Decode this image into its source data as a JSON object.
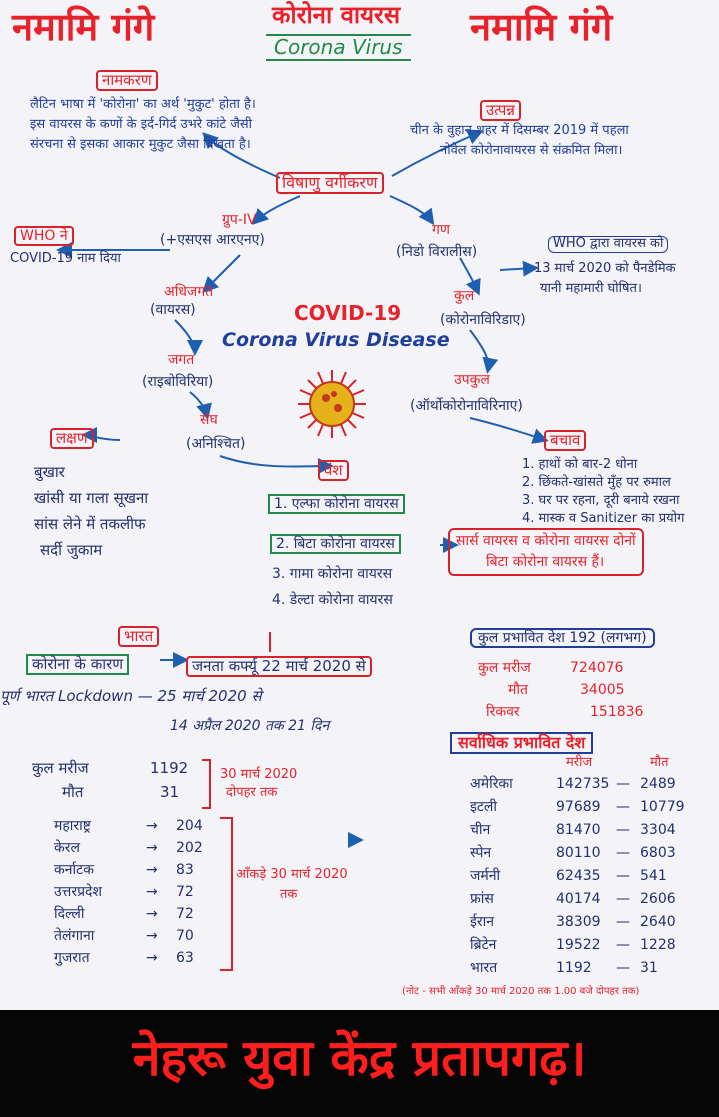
{
  "header": {
    "namami_left": "नमामि गंगे",
    "title_hindi": "कोरोना वायरस",
    "title_english": "Corona Virus",
    "namami_right": "नमामि गंगे"
  },
  "namkaran": {
    "heading": "नामकरण",
    "lines": [
      "लैटिन भाषा में 'कोरोना' का अर्थ 'मुकुट' होता है।",
      "इस वायरस के कणों के इर्द-गिर्द उभरे कांटे जैसी",
      "संरचना से इसका आकार मुकुट जैसा दिखता है।"
    ]
  },
  "utpann": {
    "heading": "उत्पन्न",
    "lines": [
      "चीन के वुहान शहर में दिसम्बर 2019 में पहला",
      "नोवेल कोरोनावायरस से संक्रमित मिला।"
    ]
  },
  "classification": {
    "heading": "विषाणु वर्गीकरण",
    "group": "ग्रुप-IV",
    "group_sub": "(+एसएस आरएनए)",
    "gan": "गण",
    "gan_sub": "(निडो विरालीस)",
    "kul": "कुल",
    "kul_sub": "(कोरोनाविरिडाए)",
    "upkul": "उपकुल",
    "upkul_sub": "(ऑर्थोकोरोनाविरिनाए)",
    "adhijagat": "अधिजगत",
    "adhijagat_sub": "(वायरस)",
    "jagat": "जगत",
    "jagat_sub": "(राइबोविरिया)",
    "sangh": "संघ",
    "sangh_sub": "(अनिश्चित)"
  },
  "who_left": {
    "label": "WHO ने",
    "text": "COVID-19 नाम दिया"
  },
  "who_right": {
    "label": "WHO द्वारा वायरस को",
    "lines": [
      "13 मार्च 2020 को पैनडेमिक",
      "यानी महामारी घोषित।"
    ]
  },
  "center": {
    "covid": "COVID-19",
    "disease": "Corona Virus Disease"
  },
  "lakshan": {
    "heading": "लक्षण",
    "items": [
      "बुखार",
      "खांसी या गला सूखना",
      "सांस लेने में तकलीफ",
      "सर्दी जुकाम"
    ]
  },
  "vansh": {
    "heading": "वंश",
    "items": [
      "1. एल्फा कोरोना वायरस",
      "2. बिटा कोरोना वायरस",
      "3. गामा कोरोना वायरस",
      "4. डेल्टा कोरोना वायरस"
    ],
    "note_line1": "सार्स वायरस व कोरोना वायरस दोनों",
    "note_line2": "बिटा कोरोना वायरस हैं।"
  },
  "bachav": {
    "heading": "बचाव",
    "items": [
      "1. हाथों को बार-2 धोना",
      "2. छिंकते-खांसते मुँह पर रुमाल",
      "3. घर पर रहना, दूरी बनाये रखना",
      "4. मास्क व Sanitizer का प्रयोग"
    ]
  },
  "bharat": {
    "heading": "भारत",
    "corona_karan": "कोरोना के कारण",
    "janta_curfew": "जनता कर्फ्यू 22 मार्च 2020 से",
    "lockdown": "पूर्ण भारत Lockdown — 25 मार्च 2020 से",
    "lockdown_till": "14 अप्रैल 2020 तक 21 दिन",
    "total_label": "कुल मरीज",
    "total_value": "1192",
    "deaths_label": "मौत",
    "deaths_value": "31",
    "date_note_line1": "30 मार्च 2020",
    "date_note_line2": "दोपहर तक",
    "states": [
      {
        "name": "महाराष्ट्र",
        "value": "204"
      },
      {
        "name": "केरल",
        "value": "202"
      },
      {
        "name": "कर्नाटक",
        "value": "83"
      },
      {
        "name": "उत्तरप्रदेश",
        "value": "72"
      },
      {
        "name": "दिल्ली",
        "value": "72"
      },
      {
        "name": "तेलंगाना",
        "value": "70"
      },
      {
        "name": "गुजरात",
        "value": "63"
      }
    ],
    "states_note_line1": "आँकड़े 30 मार्च 2020",
    "states_note_line2": "तक"
  },
  "world": {
    "affected_countries": "कुल प्रभावित देश 192 (लगभग)",
    "patients_label": "कुल मरीज",
    "patients_value": "724076",
    "deaths_label": "मौत",
    "deaths_value": "34005",
    "recovered_label": "रिकवर",
    "recovered_value": "151836",
    "most_affected_heading": "सर्वाधिक प्रभावित देश",
    "col_patients": "मरीज",
    "col_deaths": "मौत",
    "countries": [
      {
        "name": "अमेरिका",
        "patients": "142735",
        "deaths": "2489"
      },
      {
        "name": "इटली",
        "patients": "97689",
        "deaths": "10779"
      },
      {
        "name": "चीन",
        "patients": "81470",
        "deaths": "3304"
      },
      {
        "name": "स्पेन",
        "patients": "80110",
        "deaths": "6803"
      },
      {
        "name": "जर्मनी",
        "patients": "62435",
        "deaths": "541"
      },
      {
        "name": "फ्रांस",
        "patients": "40174",
        "deaths": "2606"
      },
      {
        "name": "ईरान",
        "patients": "38309",
        "deaths": "2640"
      },
      {
        "name": "ब्रिटेन",
        "patients": "19522",
        "deaths": "1228"
      },
      {
        "name": "भारत",
        "patients": "1192",
        "deaths": "31"
      }
    ],
    "footnote": "(नोट - सभी आँकड़े 30 मार्च 2020 तक 1.00 बजे दोपहर तक)"
  },
  "footer": {
    "text": "नेहरू युवा केंद्र प्रतापगढ़।"
  }
}
